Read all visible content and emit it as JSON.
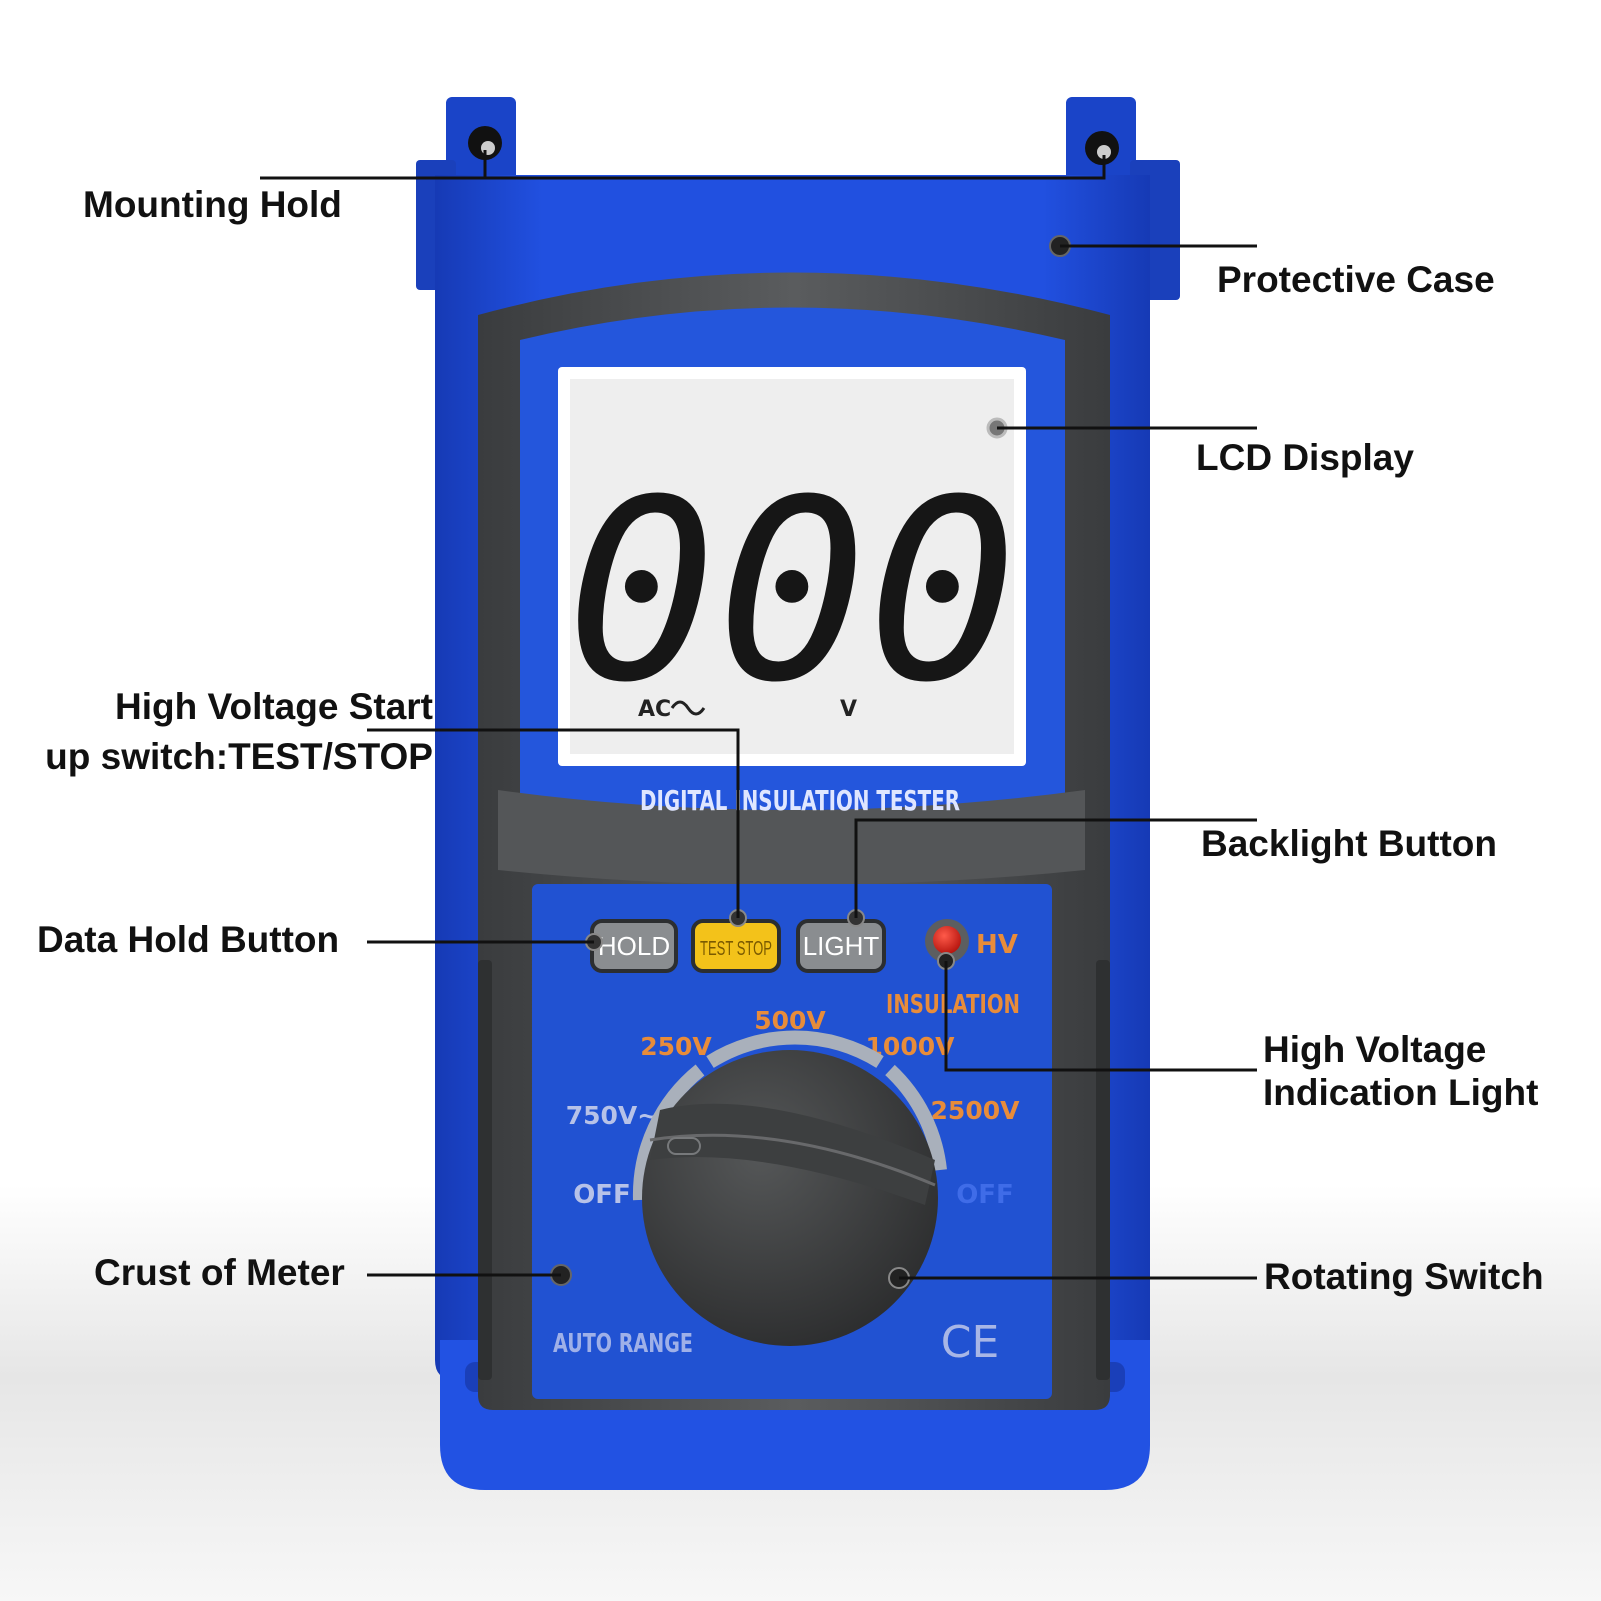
{
  "callouts": {
    "mounting_hold": "Mounting Hold",
    "protective_case": "Protective Case",
    "lcd_display": "LCD Display",
    "hv_start_line1": "High Voltage Start",
    "hv_start_line2": "up switch:TEST/STOP",
    "backlight_button": "Backlight Button",
    "data_hold_button": "Data Hold Button",
    "hv_light_line1": "High Voltage",
    "hv_light_line2": "Indication Light",
    "crust_of_meter": "Crust of Meter",
    "rotating_switch": "Rotating Switch"
  },
  "device": {
    "lcd_digits": "000",
    "lcd_ac": "AC",
    "lcd_unit": "V",
    "brand_label": "DIGITAL INSULATION TESTER",
    "buttons": {
      "hold": "HOLD",
      "test_stop": "TEST STOP",
      "light": "LIGHT"
    },
    "hv_label": "HV",
    "insulation_label": "INSULATION",
    "dial_positions": {
      "off_left": "OFF",
      "v750": "750V~",
      "v250": "250V",
      "v500": "500V",
      "v1000": "1000V",
      "v2500": "2500V",
      "off_right": "OFF"
    },
    "auto_range": "AUTO RANGE",
    "ce_mark": "CE"
  },
  "colors": {
    "case_blue": "#1f48d6",
    "panel_gray": "#4b4d4f",
    "face_blue": "#1f52d1",
    "lcd_bg": "#eeeeee",
    "label_orange": "#e88c3a",
    "test_yellow": "#f3c21a",
    "hv_red": "#e0241b"
  }
}
